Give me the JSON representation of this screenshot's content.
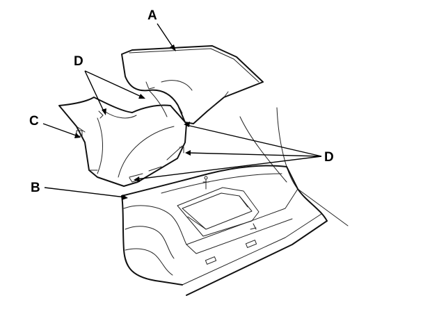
{
  "callouts": {
    "a": "A",
    "b": "B",
    "c": "C",
    "d_left": "D",
    "d_right": "D"
  }
}
